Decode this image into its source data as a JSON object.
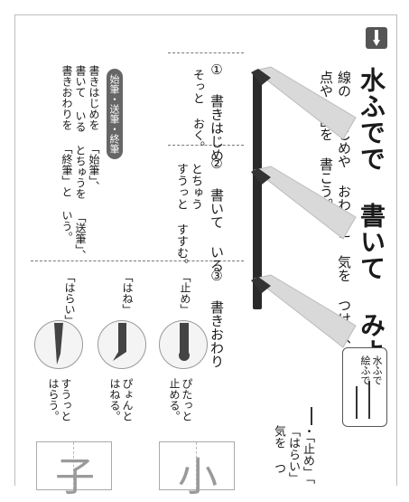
{
  "title": "水ふでで 書いて みよう",
  "intro_lines": [
    "線の はじめや おわりに 気を つけて、",
    "点や 画を 書こう。"
  ],
  "mini_box": {
    "label_lines": [
      "水ふで",
      "絵ふで"
    ]
  },
  "steps": [
    {
      "label": "① 書きはじめ",
      "sub": "そっと おく。"
    },
    {
      "label": "② 書いて いる",
      "sub_lines": [
        "とちゅう",
        "すうっと すすむ。"
      ]
    },
    {
      "label": "③ 書きおわり",
      "sub": ""
    }
  ],
  "badge_text": "始筆・送筆・終筆",
  "side_text_lines": [
    "書きはじめを 「始筆」、",
    "書いて いる とちゅうを 「送筆」、",
    "書きおわりを 「終筆」と いう。"
  ],
  "examples": [
    {
      "label": "「止め」",
      "desc_lines": [
        "ぴたっと",
        "止める。"
      ]
    },
    {
      "label": "「はね」",
      "desc_lines": [
        "ぴょんと",
        "はねる。"
      ]
    },
    {
      "label": "「はらい」",
      "desc_lines": [
        "すうっと",
        "はらう。"
      ]
    }
  ],
  "bottom_note_lines": [
    "・「止め」「",
    "「はらい」",
    "気を つ"
  ],
  "grid_chars": [
    "小",
    "子"
  ],
  "colors": {
    "ink": "#2a2a2a",
    "gray": "#777777"
  }
}
